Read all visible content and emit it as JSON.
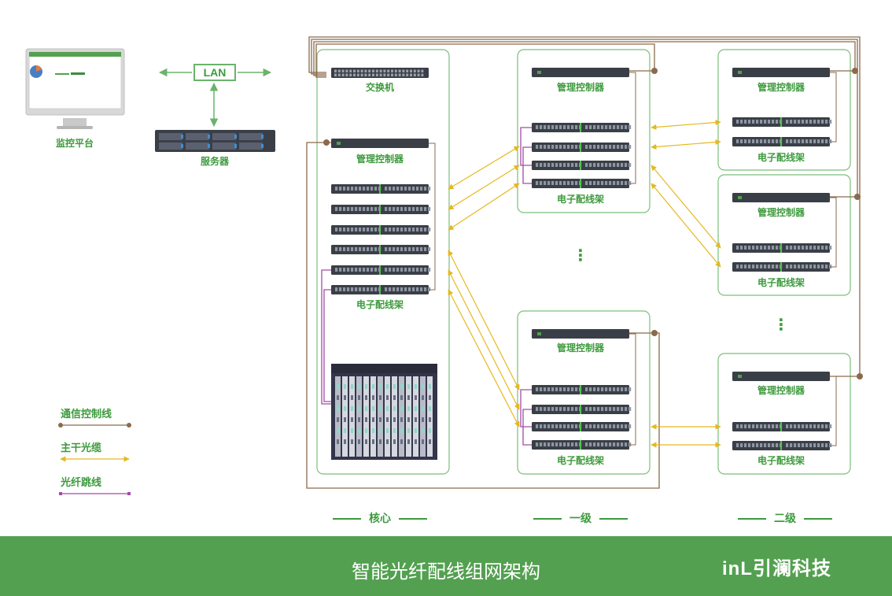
{
  "labels": {
    "monitor": "监控平台",
    "server": "服务器",
    "lan": "LAN",
    "switch": "交换机",
    "controller": "管理控制器",
    "patch_frame": "电子配线架",
    "ellipsis": "⋮"
  },
  "legend": [
    {
      "label": "通信控制线",
      "color": "#8b6a4c"
    },
    {
      "label": "主干光缆",
      "color": "#e6b820"
    },
    {
      "label": "光纤跳线",
      "color": "#a24ca6"
    }
  ],
  "tiers": {
    "core": "核心",
    "first": "一级",
    "second": "二级"
  },
  "footer": {
    "title": "智能光纤配线组网架构",
    "brand": "inL引澜科技"
  },
  "colors": {
    "accent_green": "#53a050",
    "label_green": "#3d9a3d",
    "control_line": "#8b6a4c",
    "trunk_fiber": "#e6b820",
    "jumper": "#a24ca6",
    "device_dark": "#3a3f47"
  }
}
